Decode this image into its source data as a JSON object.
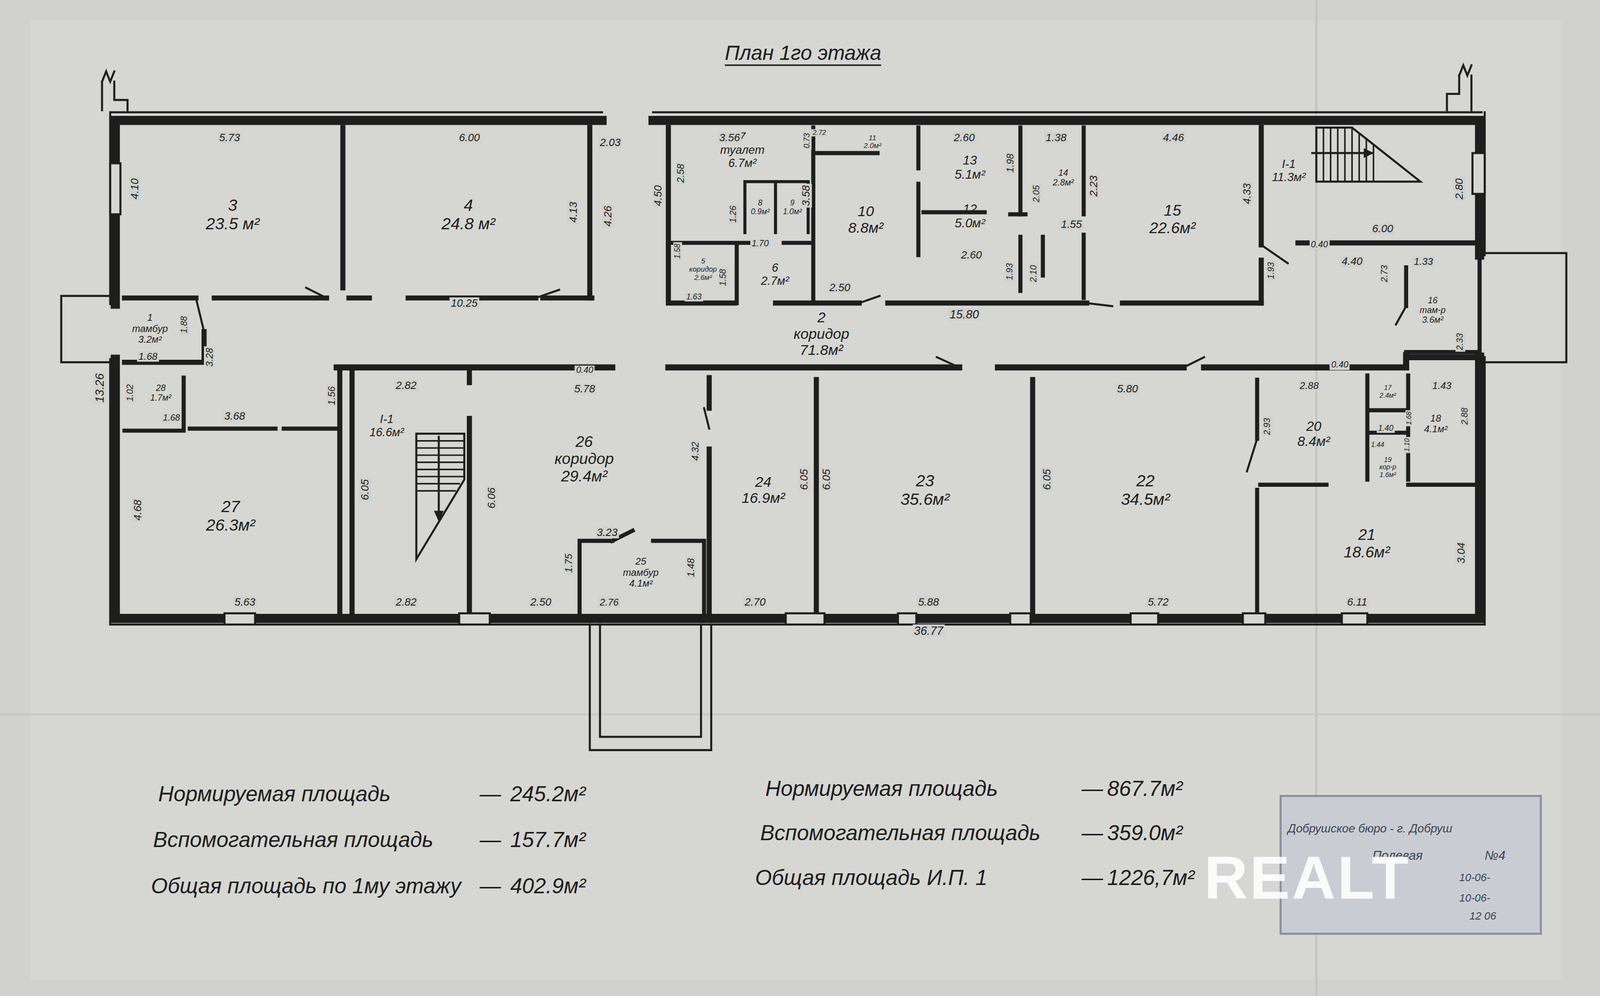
{
  "diagram": {
    "title": "План 1го этажа",
    "nodes": [
      {
        "text": [
          "3",
          "23.5 м²"
        ]
      },
      {
        "text": [
          "4",
          "24.8 м²"
        ]
      },
      {
        "text": [
          "7",
          "туалет",
          "6.7м²"
        ]
      },
      {
        "text": [
          "8",
          "0.9м²"
        ],
        "in": 2
      },
      {
        "text": [
          "9",
          "1.0м²"
        ],
        "in": 2
      },
      {
        "text": [
          "5",
          "коридор",
          "2.6м²"
        ]
      },
      {
        "text": [
          "6",
          "2.7м²"
        ]
      },
      {
        "text": [
          "11",
          "2.0м²"
        ]
      },
      {
        "text": [
          "10",
          "8.8м²"
        ]
      },
      {
        "text": [
          "13",
          "5.1м²"
        ]
      },
      {
        "text": [
          "14",
          "2.8м²"
        ]
      },
      {
        "text": [
          "12",
          "5.0м²"
        ]
      },
      {
        "text": [
          "15",
          "22.6м²"
        ]
      },
      {
        "text": [
          "I-1",
          "11.3м²"
        ]
      },
      {
        "text": [
          "1",
          "тамбур",
          "3.2м²"
        ]
      },
      {
        "text": [
          "2",
          "коридор",
          "71.8м²"
        ]
      },
      {
        "text": [
          "16",
          "там-р",
          "3.6м²"
        ]
      },
      {
        "text": [
          "28",
          "1.7м²"
        ]
      },
      {
        "text": [
          "27",
          "26.3м²"
        ]
      },
      {
        "text": [
          "I-1",
          "16.6м²"
        ]
      },
      {
        "text": [
          "26",
          "коридор",
          "29.4м²"
        ]
      },
      {
        "text": [
          "25",
          "тамбур",
          "4.1м²"
        ]
      },
      {
        "text": [
          "24",
          "16.9м²"
        ]
      },
      {
        "text": [
          "23",
          "35.6м²"
        ]
      },
      {
        "text": [
          "22",
          "34.5м²"
        ]
      },
      {
        "text": [
          "20",
          "8.4м²"
        ]
      },
      {
        "text": [
          "17",
          "2.4м²"
        ]
      },
      {
        "text": [
          "19",
          "кор-р",
          "1.6м²"
        ]
      },
      {
        "text": [
          "18",
          "4.1м²"
        ]
      },
      {
        "text": [
          "21",
          "18.6м²"
        ]
      }
    ],
    "labels": [
      "5.73",
      "4.10",
      "6.00",
      "4.13",
      "4.26",
      "10.25",
      "2.03",
      "3.56",
      "2.58",
      "4.50",
      "1.26",
      "1.70",
      "1.58",
      "1.58",
      "1.63",
      "2.50",
      "3.58",
      "0.73",
      "2.72",
      "2.60",
      "1.38",
      "1.98",
      "2.05",
      "2.23",
      "1.55",
      "2.60",
      "1.93",
      "2.10",
      "15.80",
      "4.46",
      "4.33",
      "1.93",
      "2.80",
      "6.00",
      "0.40",
      "4.40",
      "1.33",
      "2.73",
      "2.33",
      "1.68",
      "1.88",
      "3.28",
      "13.26",
      "1.02",
      "1.68",
      "3.68",
      "1.56",
      "4.68",
      "5.63",
      "2.82",
      "0.40",
      "5.78",
      "6.05",
      "6.06",
      "2.82",
      "2.50",
      "3.23",
      "1.75",
      "2.76",
      "1.48",
      "4.32",
      "2.70",
      "6.05",
      "6.05",
      "5.88",
      "6.05",
      "5.80",
      "5.72",
      "36.77",
      "0.40",
      "2.88",
      "2.93",
      "1.43",
      "2.88",
      "1.40",
      "1.68",
      "1.44",
      "1.10",
      "6.11",
      "3.04",
      "Нормируемая площадь",
      "—",
      "245.2м²",
      "Вспомогательная площадь",
      "—",
      "157.7м²",
      "Общая площадь по 1му этажу",
      "—",
      "402.9м²",
      "Нормируемая площадь",
      "—",
      "867.7м²",
      "Вспомогательная площадь",
      "—",
      "359.0м²",
      "Общая площадь И.П. 1",
      "—",
      "1226,7м²",
      "Добрушское бюро - г. Добруш",
      "Полевая",
      "№4",
      "10-06-",
      "10-06-",
      "12 06",
      "REALT"
    ]
  }
}
